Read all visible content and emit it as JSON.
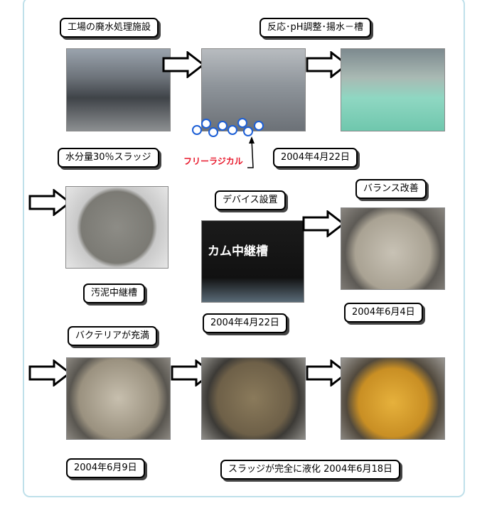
{
  "labels": {
    "l1": "工場の廃水処理施設",
    "l2": "反応･pH調整･揚水－槽",
    "l3": "水分量30％スラッジ",
    "l4": "2004年4月22日",
    "l5": "デバイス設置",
    "l6": "バランス改善",
    "l7": "汚泥中継槽",
    "l8": "2004年4月22日",
    "l9": "2004年6月4日",
    "l10": "バクテリアが充満",
    "l11": "2004年6月9日",
    "l12": "スラッジが完全に液化 2004年6月18日"
  },
  "annotation": {
    "free_radical": "フリーラジカル"
  },
  "photo_text": {
    "tank_band": "カム中継槽"
  }
}
